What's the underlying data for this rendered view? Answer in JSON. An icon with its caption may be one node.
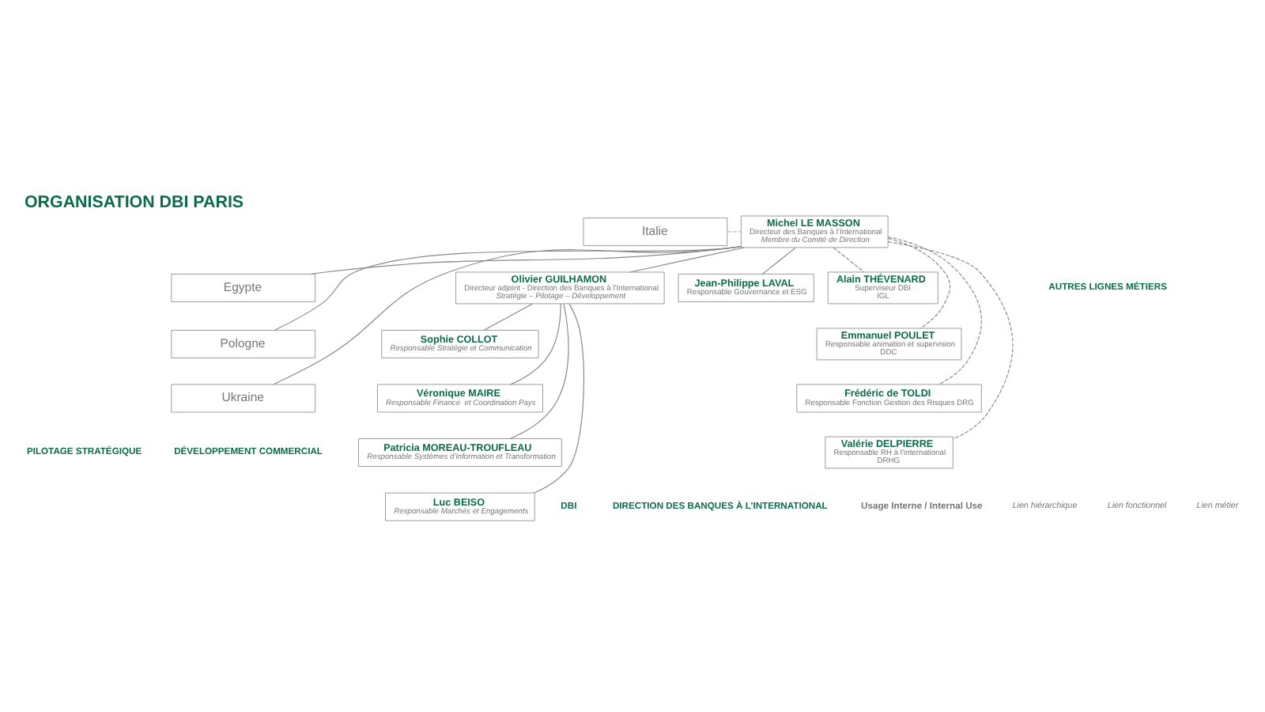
{
  "diagram": {
    "title": "ORGANISATION DBI PARIS",
    "nodes": [
      {
        "text": [
          "Italie"
        ]
      },
      {
        "text": [
          "Egypte"
        ]
      },
      {
        "text": [
          "Pologne"
        ]
      },
      {
        "text": [
          "Ukraine"
        ]
      },
      {
        "text": [
          "Michel LE MASSON",
          "Directeur des Banques à l’International",
          "Membre du Comité de Direction"
        ]
      },
      {
        "text": [
          "Olivier GUILHAMON",
          "Directeur adjoint - Direction des Banques à l’International",
          "Stratégie – Pilotage – Développement"
        ]
      },
      {
        "text": [
          "Jean-Philippe LAVAL",
          "Responsable Gouvernance et ESG"
        ]
      },
      {
        "text": [
          "Sophie COLLOT",
          "Responsable Stratégie et Communication"
        ]
      },
      {
        "text": [
          "Véronique MAIRE",
          "Responsable Finance  et Coordination Pays"
        ]
      },
      {
        "text": [
          "Patricia MOREAU-TROUFLEAU",
          "Responsable Systèmes d’information et Transformation"
        ]
      },
      {
        "text": [
          "Luc BEISO",
          "Responsable Marchés et Engagements"
        ]
      },
      {
        "text": [
          "Alain THÉVENARD",
          "Superviseur DBI",
          "IGL"
        ]
      },
      {
        "text": [
          "Emmanuel POULET",
          "Responsable animation et supervision",
          "DDC"
        ]
      },
      {
        "text": [
          "Frédéric de TOLDI",
          "Responsable Fonction Gestion des Risques DRG"
        ]
      },
      {
        "text": [
          "Valérie DELPIERRE",
          "Responsable RH à l’international",
          "DRHG"
        ]
      }
    ],
    "edges": [
      {
        "from": 0,
        "to": 4,
        "arrow": "none",
        "style": "dashed",
        "color": "#bbbbbb"
      },
      {
        "from": 4,
        "to": 1,
        "arrow": "none"
      },
      {
        "from": 4,
        "to": 2,
        "arrow": "none"
      },
      {
        "from": 4,
        "to": 3,
        "arrow": "none"
      },
      {
        "from": 4,
        "to": 5,
        "arrow": "none"
      },
      {
        "from": 4,
        "to": 6,
        "arrow": "none"
      },
      {
        "from": 5,
        "to": 7,
        "arrow": "none"
      },
      {
        "from": 5,
        "to": 8,
        "arrow": "none"
      },
      {
        "from": 5,
        "to": 9,
        "arrow": "none"
      },
      {
        "from": 5,
        "to": 10,
        "arrow": "none"
      },
      {
        "from": 4,
        "to": 11,
        "arrow": "none",
        "style": "dashed"
      },
      {
        "from": 4,
        "to": 12,
        "arrow": "none",
        "style": "dashed"
      },
      {
        "from": 4,
        "to": 13,
        "arrow": "none",
        "style": "dashed"
      },
      {
        "from": 4,
        "to": 14,
        "arrow": "none",
        "style": "dashed"
      }
    ],
    "labels": [
      "AUTRES LIGNES MÉTIERS",
      "PILOTAGE STRATÉGIQUE",
      "DÉVELOPPEMENT COMMERCIAL",
      "DBI",
      "DIRECTION DES BANQUES À L’INTERNATIONAL",
      "Usage Interne / Internal Use"
    ],
    "legend": [
      {
        "text": "Lien hiérarchique"
      },
      {
        "text": "Lien fonctionnel"
      },
      {
        "text": "Lien métier"
      }
    ]
  }
}
